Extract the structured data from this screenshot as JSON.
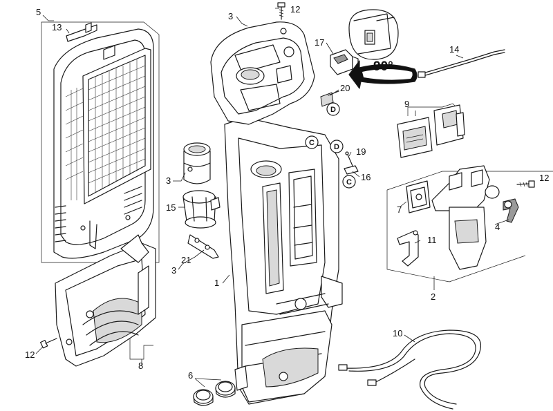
{
  "callouts": {
    "c1": "1",
    "c2": "2",
    "c3a": "3",
    "c3b": "3",
    "c3c": "3",
    "c4": "4",
    "c5": "5",
    "c6": "6",
    "c7": "7",
    "c8": "8",
    "c9": "9",
    "c10": "10",
    "c11": "11",
    "c12a": "12",
    "c12b": "12",
    "c12c": "12",
    "c13": "13",
    "c14": "14",
    "c15": "15",
    "c16": "16",
    "c17": "17",
    "c19": "19",
    "c20": "20",
    "c21": "21"
  },
  "markers": {
    "c_a": "C",
    "c_b": "C",
    "d_a": "D",
    "d_b": "D"
  },
  "rotation": "90°"
}
